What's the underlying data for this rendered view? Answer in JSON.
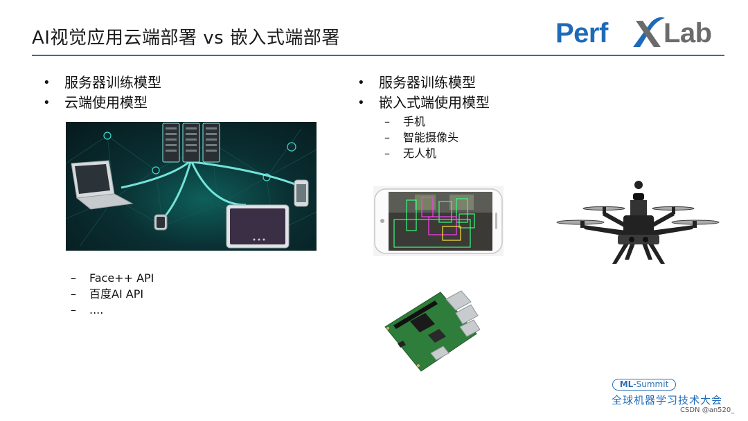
{
  "slide": {
    "title": "AI视觉应用云端部署 vs 嵌入式端部署",
    "logo": {
      "part1": "Perf",
      "part2": "Lab",
      "accent_color": "#1d6bb8"
    },
    "left": {
      "bullets": [
        "服务器训练模型",
        "云端使用模型"
      ],
      "sub_items": [
        "Face++ API",
        "百度AI API",
        "...."
      ]
    },
    "right": {
      "bullets": [
        "服务器训练模型",
        "嵌入式端使用模型"
      ],
      "sub_items": [
        "手机",
        "智能摄像头",
        "无人机"
      ]
    },
    "footer": {
      "ml_prefix": "ML",
      "ml_suffix": "-Summit",
      "conference": "全球机器学习技术大会",
      "watermark": "CSDN @an520_"
    }
  }
}
